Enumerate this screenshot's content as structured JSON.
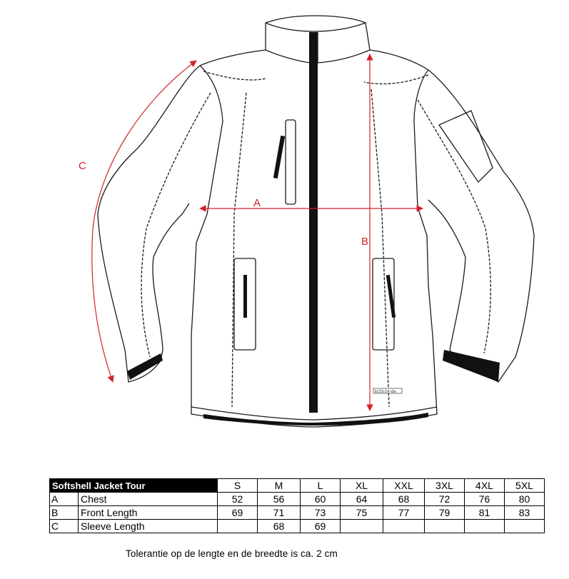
{
  "diagram": {
    "labels": {
      "a": "A",
      "b": "B",
      "c": "C"
    },
    "tag_text": "ECOLOX-iSe"
  },
  "colors": {
    "dimension": "#d2232a",
    "outline": "#1a1a1a",
    "fill_dark": "#111111"
  },
  "size_table": {
    "title": "Softshell Jacket Tour",
    "sizes": [
      "S",
      "M",
      "L",
      "XL",
      "XXL",
      "3XL",
      "4XL",
      "5XL"
    ],
    "rows": [
      {
        "letter": "A",
        "label": "Chest",
        "values": [
          "52",
          "56",
          "60",
          "64",
          "68",
          "72",
          "76",
          "80"
        ]
      },
      {
        "letter": "B",
        "label": "Front Length",
        "values": [
          "69",
          "71",
          "73",
          "75",
          "77",
          "79",
          "81",
          "83"
        ]
      },
      {
        "letter": "C",
        "label": "Sleeve Length",
        "values": [
          "",
          "68",
          "69",
          "",
          "",
          "",
          "",
          ""
        ]
      }
    ]
  },
  "footer": {
    "tolerance": "Tolerantie op de lengte en de breedte is ca. 2 cm"
  }
}
